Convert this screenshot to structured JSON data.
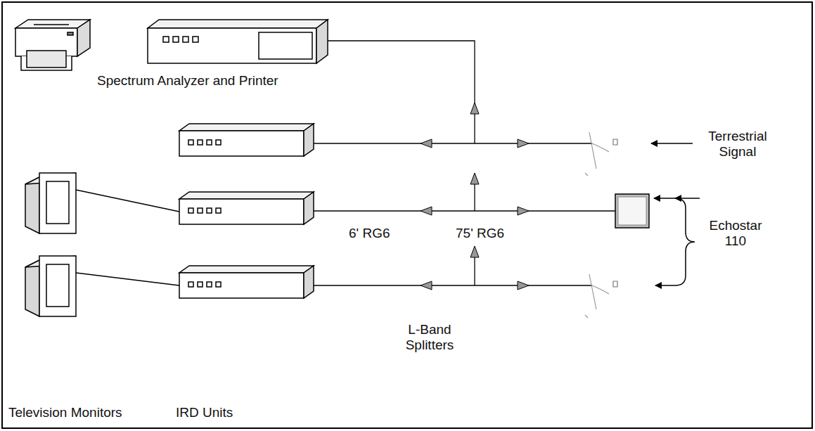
{
  "diagram": {
    "labels": [
      "Spectrum Analyzer and Printer",
      "Terrestrial Signal",
      "Echostar 110",
      "6' RG6",
      "75' RG6",
      "L-Band Splitters",
      "Television Monitors",
      "IRD Units"
    ]
  }
}
